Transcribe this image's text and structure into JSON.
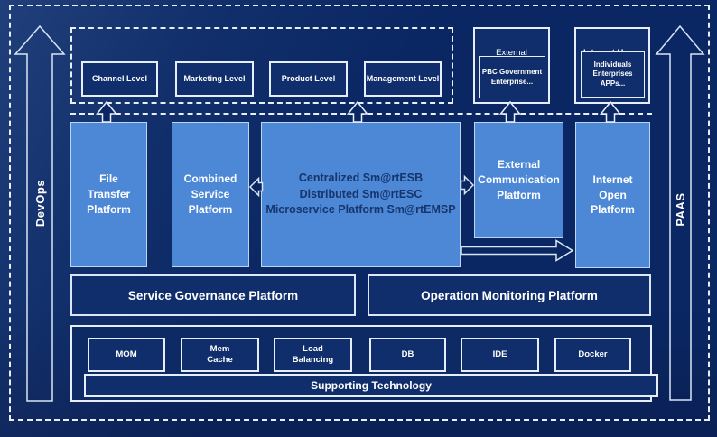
{
  "colors": {
    "background": "#0a2763",
    "dark_box_fill": "#102e6b",
    "light_platform_fill": "#4c88d6",
    "light_platform_border": "#bcd6f2",
    "border_white": "#e7eefb",
    "dark_text_on_light": "#16356d"
  },
  "rails": {
    "devops": "DevOps",
    "paas": "PAAS"
  },
  "access_layer": {
    "levels": [
      "Channel Level",
      "Marketing Level",
      "Product Level",
      "Management Level"
    ],
    "external_cooperation": {
      "title": "External\nCooperation",
      "body": "PBC Government\nEnterprise..."
    },
    "internet_users": {
      "title": "Internet Users",
      "body": "Individuals\nEnterprises\nAPPs..."
    }
  },
  "platforms": {
    "file_transfer": "File\nTransfer\nPlatform",
    "combined_service": "Combined\nService\nPlatform",
    "esb_core": "Centralized Sm@rtESB\nDistributed Sm@rtESC\nMicroservice Platform Sm@rtEMSP",
    "external_communication": "External\nCommunication\nPlatform",
    "internet_open": "Internet\nOpen\nPlatform"
  },
  "governance": {
    "service_governance": "Service Governance Platform",
    "operation_monitoring": "Operation Monitoring Platform"
  },
  "supporting": {
    "technologies": [
      "MOM",
      "Mem\nCache",
      "Load\nBalancing",
      "DB",
      "IDE",
      "Docker"
    ],
    "bar": "Supporting Technology"
  }
}
